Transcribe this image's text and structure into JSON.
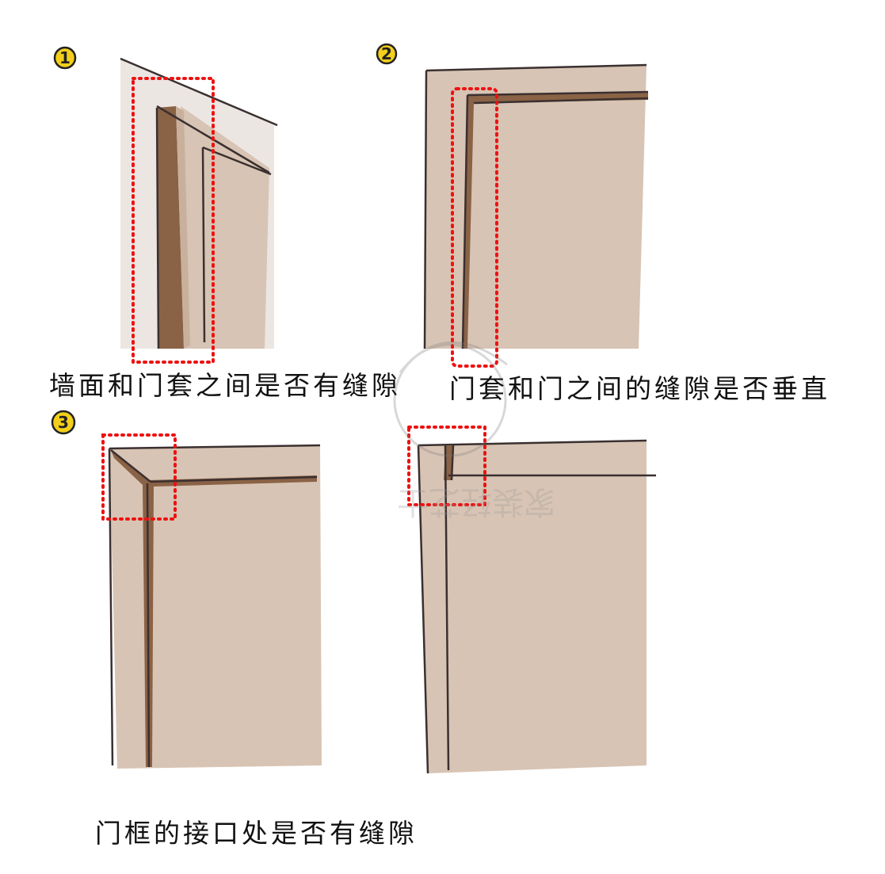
{
  "panels": [
    {
      "step": "1",
      "caption": "墙面和门套之间是否有缝隙"
    },
    {
      "step": "2",
      "caption": "门套和门之间的缝隙是否垂直"
    },
    {
      "step": "3",
      "caption": "门框的接口处是否有缝隙"
    }
  ],
  "watermark": {
    "text": "家装轻芝士"
  },
  "colors": {
    "door": "#d8c4b4",
    "wall": "#ece6e3",
    "frame_dark": "#8a6245",
    "line": "#3a3030",
    "highlight": "#ee1111",
    "badge": "#f3cf1b"
  }
}
